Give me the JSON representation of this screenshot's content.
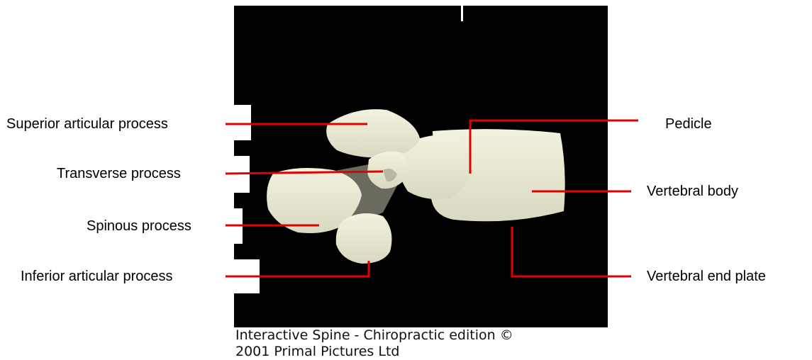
{
  "labels": {
    "superior_articular_process": "Superior articular process",
    "transverse_process": "Transverse process",
    "spinous_process": "Spinous process",
    "inferior_articular_process": "Inferior articular process",
    "pedicle": "Pedicle",
    "vertebral_body": "Vertebral body",
    "vertebral_end_plate": "Vertebral end plate"
  },
  "caption": {
    "line1": "Interactive Spine - Chiropractic edition ©",
    "line2": "2001 Primal Pictures Ltd"
  },
  "colors": {
    "background": "#000000",
    "bone": "#ecebd6",
    "bone_shadow": "#b9b8a2",
    "leader_line": "#e00000"
  }
}
